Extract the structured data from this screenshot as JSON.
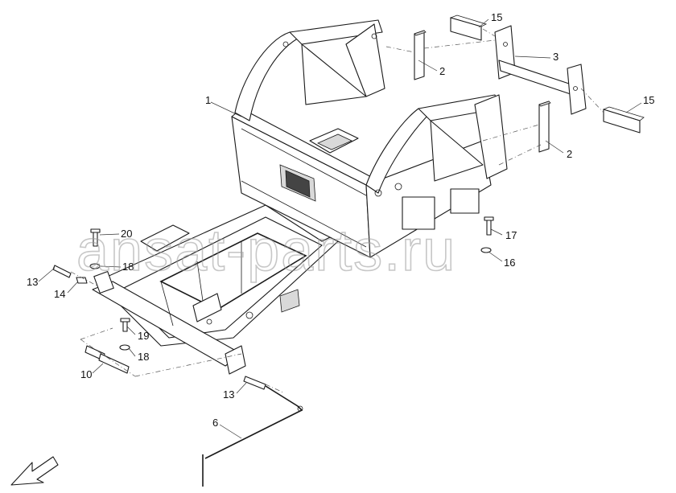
{
  "callouts": {
    "c1": "1",
    "c2a": "2",
    "c2b": "2",
    "c3": "3",
    "c6": "6",
    "c10": "10",
    "c13a": "13",
    "c13b": "13",
    "c14": "14",
    "c15a": "15",
    "c15b": "15",
    "c16": "16",
    "c17": "17",
    "c18a": "18",
    "c18b": "18",
    "c19": "19",
    "c20": "20"
  },
  "watermark": "ansat-parts.ru",
  "icons": {
    "direction": "front-arrow-icon"
  }
}
